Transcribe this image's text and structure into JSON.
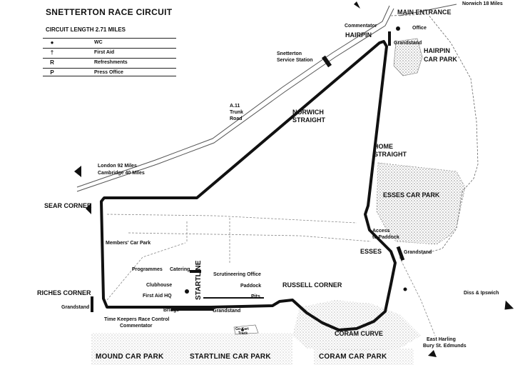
{
  "legend": {
    "title": "SNETTERTON RACE CIRCUIT",
    "circuit_length": "CIRCUIT LENGTH 2.71 MILES",
    "items": [
      {
        "symbol": "●",
        "label": "WC"
      },
      {
        "symbol": "†",
        "label": "First Aid"
      },
      {
        "symbol": "R",
        "label": "Refreshments"
      },
      {
        "symbol": "P",
        "label": "Press Office"
      }
    ]
  },
  "corners": {
    "hairpin": "HAIRPIN",
    "commentator_top": "Commentator",
    "norwich_straight_1": "NORWICH",
    "norwich_straight_2": "STRAIGHT",
    "home_straight_1": "HOME",
    "home_straight_2": "STRAIGHT",
    "sear_corner": "SEAR CORNER",
    "riches_corner": "RICHES CORNER",
    "russell_corner": "RUSSELL CORNER",
    "esses": "ESSES",
    "coram_curve": "CORAM CURVE",
    "startline": "STARTLINE"
  },
  "car_parks": {
    "hairpin_1": "HAIRPIN",
    "hairpin_2": "CAR PARK",
    "esses": "ESSES CAR PARK",
    "mound": "MOUND CAR PARK",
    "startline": "STARTLINE CAR PARK",
    "coram": "CORAM CAR PARK",
    "members": "Members' Car Park"
  },
  "places": {
    "main_entrance": "MAIN ENTRANCE",
    "office": "Office",
    "grandstand_top": "Grandstand",
    "grandstand_esses": "Grandstand",
    "grandstand_left": "Grandstand",
    "grandstand_bottom": "Grandstand",
    "service_station_1": "Snetterton",
    "service_station_2": "Service Station",
    "trunk_road_1": "A.11",
    "trunk_road_2": "Trunk",
    "trunk_road_3": "Road",
    "access_paddock_1": "Access",
    "access_paddock_2": "to Paddock",
    "programmes": "Programmes",
    "catering": "Catering",
    "clubhouse": "Clubhouse",
    "first_aid_hq": "First Aid HQ",
    "bridge": "Bridge",
    "scrutineering": "Scrutineering Office",
    "paddock": "Paddock",
    "pits": "Pits",
    "timekeepers": "Time Keepers Race Control",
    "commentator_bottom": "Commentator",
    "go_kart_1": "Go-Kart",
    "go_kart_2": "Track"
  },
  "directions": {
    "norwich": "Norwich 18 Miles",
    "london": "London 92 Miles",
    "cambridge": "Cambridge 40 Miles",
    "diss": "Diss & Ipswich",
    "east_harling": "East Harling",
    "bury": "Bury St. Edmunds"
  },
  "colors": {
    "track": "#111111",
    "road": "#555555",
    "carpark_shade": "#bdbdbd"
  }
}
